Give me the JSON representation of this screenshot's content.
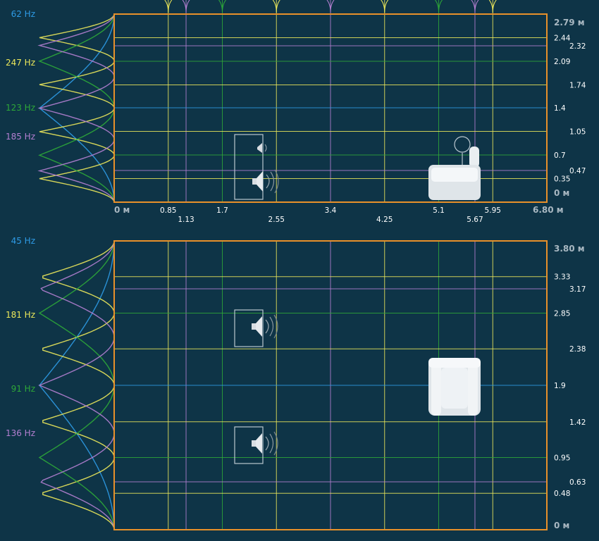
{
  "colors": {
    "background": "#0e3447",
    "frame": "#e8902a",
    "c1": "#2e9be6",
    "c2": "#ece85a",
    "c3": "#2ea838",
    "c4": "#b47fd1",
    "mode_cyan": "#2e9be6",
    "mode_yellow": "#ece85a",
    "mode_green": "#2ea838",
    "mode_purple": "#b47fd1"
  },
  "side_view": {
    "length_label": "6.80 м",
    "height_label": "2.79 м",
    "zero_x": "0 м",
    "zero_y": "0 м",
    "room_length": 6.8,
    "room_height": 2.79,
    "x_lines": [
      {
        "v": 0.85,
        "label": "0.85",
        "c": "c2"
      },
      {
        "v": 1.13,
        "label": "1.13",
        "c": "c4"
      },
      {
        "v": 1.7,
        "label": "1.7",
        "c": "c3"
      },
      {
        "v": 2.55,
        "label": "2.55",
        "c": "c2"
      },
      {
        "v": 3.4,
        "label": "3.4",
        "c": "c4"
      },
      {
        "v": 4.25,
        "label": "4.25",
        "c": "c2"
      },
      {
        "v": 5.1,
        "label": "5.1",
        "c": "c3"
      },
      {
        "v": 5.67,
        "label": "5.67",
        "c": "c4"
      },
      {
        "v": 5.95,
        "label": "5.95",
        "c": "c2"
      }
    ],
    "y_lines": [
      {
        "v": 2.44,
        "label": "2.44",
        "c": "c2"
      },
      {
        "v": 2.32,
        "label": "2.32",
        "c": "c4"
      },
      {
        "v": 2.09,
        "label": "2.09",
        "c": "c3"
      },
      {
        "v": 1.74,
        "label": "1.74",
        "c": "c2"
      },
      {
        "v": 1.4,
        "label": "1.4",
        "c": "c1"
      },
      {
        "v": 1.05,
        "label": "1.05",
        "c": "c2"
      },
      {
        "v": 0.7,
        "label": "0.7",
        "c": "c3"
      },
      {
        "v": 0.47,
        "label": "0.47",
        "c": "c4"
      },
      {
        "v": 0.35,
        "label": "0.35",
        "c": "c2"
      }
    ],
    "modes": [
      {
        "label": "62 Hz",
        "c": "c1"
      },
      {
        "label": "247 Hz",
        "c": "c2"
      },
      {
        "label": "123 Hz",
        "c": "c3"
      },
      {
        "label": "185 Hz",
        "c": "c4"
      }
    ]
  },
  "top_view": {
    "width_label": "3.80 м",
    "zero_y": "0 м",
    "room_width": 3.8,
    "y_lines": [
      {
        "v": 3.33,
        "label": "3.33",
        "c": "c2"
      },
      {
        "v": 3.17,
        "label": "3.17",
        "c": "c4"
      },
      {
        "v": 2.85,
        "label": "2.85",
        "c": "c3"
      },
      {
        "v": 2.38,
        "label": "2.38",
        "c": "c2"
      },
      {
        "v": 1.9,
        "label": "1.9",
        "c": "c1"
      },
      {
        "v": 1.42,
        "label": "1.42",
        "c": "c2"
      },
      {
        "v": 0.95,
        "label": "0.95",
        "c": "c3"
      },
      {
        "v": 0.63,
        "label": "0.63",
        "c": "c4"
      },
      {
        "v": 0.48,
        "label": "0.48",
        "c": "c2"
      }
    ],
    "modes": [
      {
        "label": "45 Hz",
        "c": "c1"
      },
      {
        "label": "181 Hz",
        "c": "c2"
      },
      {
        "label": "91 Hz",
        "c": "c3"
      },
      {
        "label": "136 Hz",
        "c": "c4"
      }
    ]
  }
}
